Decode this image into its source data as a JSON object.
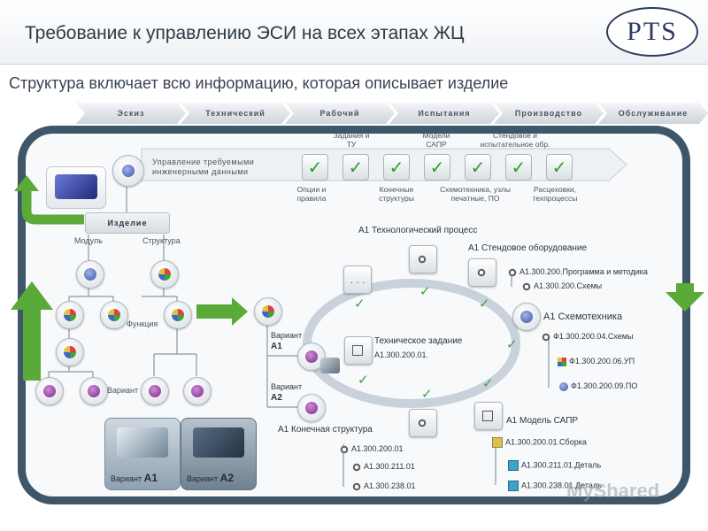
{
  "header": {
    "title": "Требование к управлению ЭСИ на всех этапах ЖЦ",
    "logo": "PTS"
  },
  "subtitle": "Структура включает всю информацию, которая описывает изделие",
  "stages": [
    "Эскиз",
    "Технический",
    "Рабочий",
    "Испытания",
    "Производство",
    "Обслуживание"
  ],
  "requirements": {
    "label": "Управление требуемыми инженерными данными",
    "top_labels": [
      "Задания и ТУ",
      "Модели САПР",
      "Стендовое и испытательное обр."
    ],
    "bottom_labels": [
      "Опции и правила",
      "Конечные структуры",
      "Схемотехника, узлы печатные, ПО",
      "Расцеховки, техпроцессы"
    ]
  },
  "tree": {
    "product": "Изделие",
    "module": "Модуль",
    "structure": "Структура",
    "function": "Функция",
    "variant": "Вариант",
    "variant_a1": "Вариант",
    "variant_a1_code": "А1",
    "variant_a2": "Вариант",
    "variant_a2_code": "А2"
  },
  "variants": {
    "label": "Вариант",
    "a1": "А1",
    "a2": "А2"
  },
  "cycle": {
    "ellipsis": ". . .",
    "tech_process": "А1 Технологический процесс",
    "stand": "А1 Стендовое оборудование",
    "stand_items": [
      "А1.300.200.Программа и методика",
      "А1.300.200.Схемы"
    ],
    "schematics": "А1 Схемотехника",
    "schematics_items": [
      "Ф1.300.200.04.Схемы",
      "Ф1.300.200.06.УП",
      "Ф1.300.200.09.ПО"
    ],
    "tech_task": "Техническое задание",
    "tech_task_code": "А1.300.200.01.",
    "cad": "А1 Модель САПР",
    "cad_items": [
      "А1.300.200.01.Сборка",
      "А1.300.211.01.Деталь",
      "А1.300.238.01.Деталь"
    ],
    "final": "А1 Конечная структура",
    "final_items": [
      "А1.300.200.01",
      "А1.300.211.01",
      "А1.300.238.01"
    ]
  },
  "watermark": "MyShared",
  "colors": {
    "frame": "#3d566a",
    "check": "#2e9e2e",
    "arrow": "#5aaa3a"
  }
}
